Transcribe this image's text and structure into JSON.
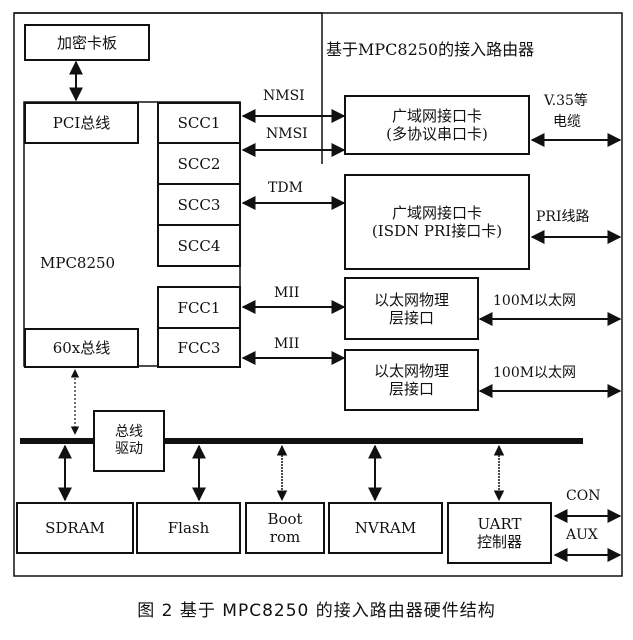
{
  "title": "基于MPC8250的接入路由器",
  "caption": "图 2   基于 MPC8250 的接入路由器硬件结构",
  "blocks": {
    "crypto_card": "加密卡板",
    "pci_bus": "PCI总线",
    "mpc8250": "MPC8250",
    "bus_60x": "60x总线",
    "scc1": "SCC1",
    "scc2": "SCC2",
    "scc3": "SCC3",
    "scc4": "SCC4",
    "fcc1": "FCC1",
    "fcc3": "FCC3",
    "wan_card_serial_line1": "广域网接口卡",
    "wan_card_serial_line2": "(多协议串口卡)",
    "wan_card_isdn_line1": "广域网接口卡",
    "wan_card_isdn_line2": "(ISDN PRI接口卡)",
    "eth_phy1_line1": "以太网物理",
    "eth_phy1_line2": "层接口",
    "eth_phy2_line1": "以太网物理",
    "eth_phy2_line2": "层接口",
    "bus_driver_line1": "总线",
    "bus_driver_line2": "驱动",
    "sdram": "SDRAM",
    "flash": "Flash",
    "bootrom_line1": "Boot",
    "bootrom_line2": "rom",
    "nvram": "NVRAM",
    "uart_line1": "UART",
    "uart_line2": "控制器"
  },
  "links": {
    "nmsi1": "NMSI",
    "nmsi2": "NMSI",
    "tdm": "TDM",
    "mii1": "MII",
    "mii2": "MII",
    "v35_line1": "V.35等",
    "v35_line2": "电缆",
    "pri": "PRI线路",
    "eth1": "100M以太网",
    "eth2": "100M以太网",
    "con": "CON",
    "aux": "AUX"
  }
}
